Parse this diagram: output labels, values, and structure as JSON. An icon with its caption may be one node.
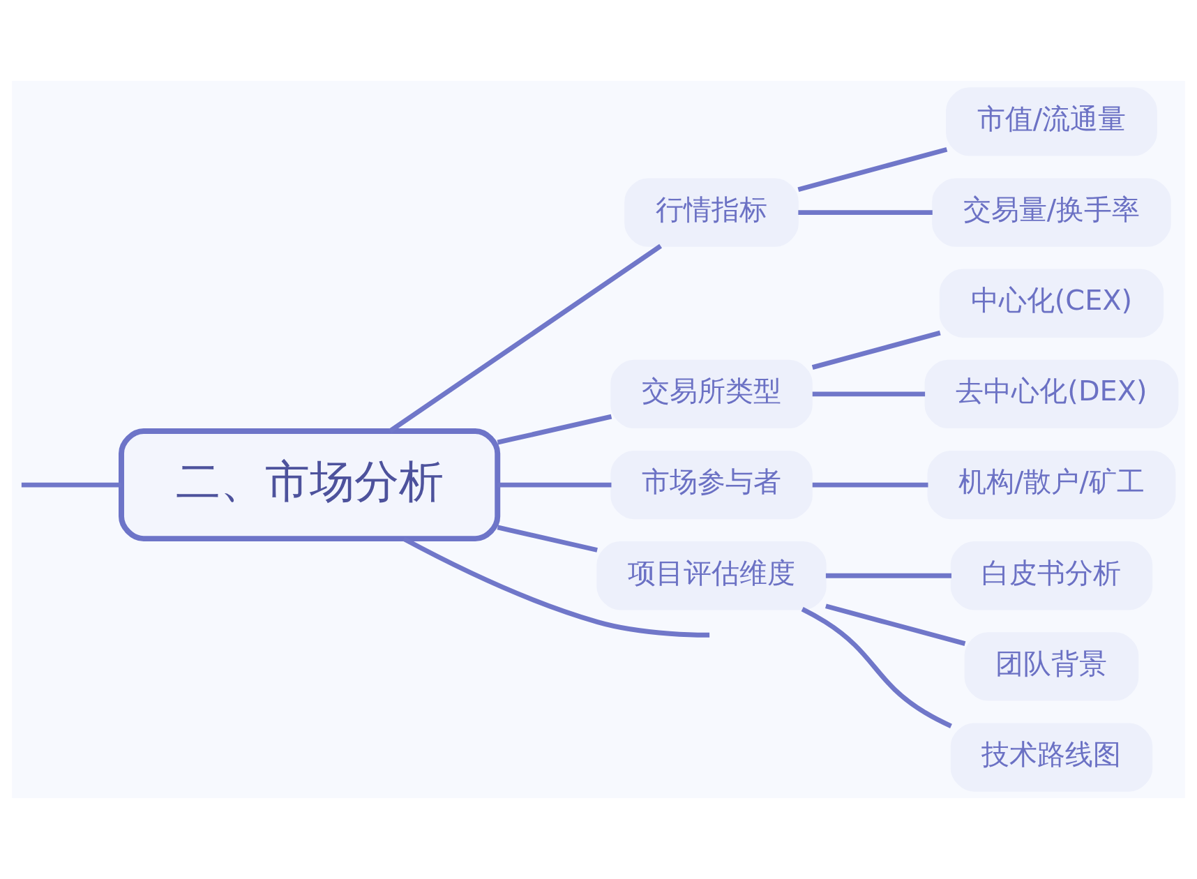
{
  "diagram": {
    "nodes": [
      {
        "text": [
          "二、市场分析"
        ]
      },
      {
        "text": [
          "行情指标"
        ]
      },
      {
        "text": [
          "市值/流通量"
        ]
      },
      {
        "text": [
          "交易量/换手率"
        ]
      },
      {
        "text": [
          "交易所类型"
        ]
      },
      {
        "text": [
          "中心化(CEX)"
        ]
      },
      {
        "text": [
          "去中心化(DEX)"
        ]
      },
      {
        "text": [
          "市场参与者"
        ]
      },
      {
        "text": [
          "机构/散户/矿工"
        ]
      },
      {
        "text": [
          "项目评估维度"
        ]
      },
      {
        "text": [
          "白皮书分析"
        ]
      },
      {
        "text": [
          "团队背景"
        ]
      },
      {
        "text": [
          "技术路线图"
        ]
      }
    ],
    "edges": [
      {
        "from": null,
        "to": 0,
        "arrow": "none"
      },
      {
        "from": 0,
        "to": 1,
        "arrow": "none"
      },
      {
        "from": 1,
        "to": 2,
        "arrow": "none"
      },
      {
        "from": 1,
        "to": 3,
        "arrow": "none"
      },
      {
        "from": 0,
        "to": 4,
        "arrow": "none"
      },
      {
        "from": 4,
        "to": 5,
        "arrow": "none"
      },
      {
        "from": 4,
        "to": 6,
        "arrow": "none"
      },
      {
        "from": 0,
        "to": 7,
        "arrow": "none"
      },
      {
        "from": 7,
        "to": 8,
        "arrow": "none"
      },
      {
        "from": 0,
        "to": 9,
        "arrow": "none"
      },
      {
        "from": 9,
        "to": 10,
        "arrow": "none"
      },
      {
        "from": 9,
        "to": 11,
        "arrow": "none"
      },
      {
        "from": 9,
        "to": 12,
        "arrow": "none"
      },
      {
        "from": 0,
        "to": null,
        "arrow": "none"
      }
    ]
  }
}
